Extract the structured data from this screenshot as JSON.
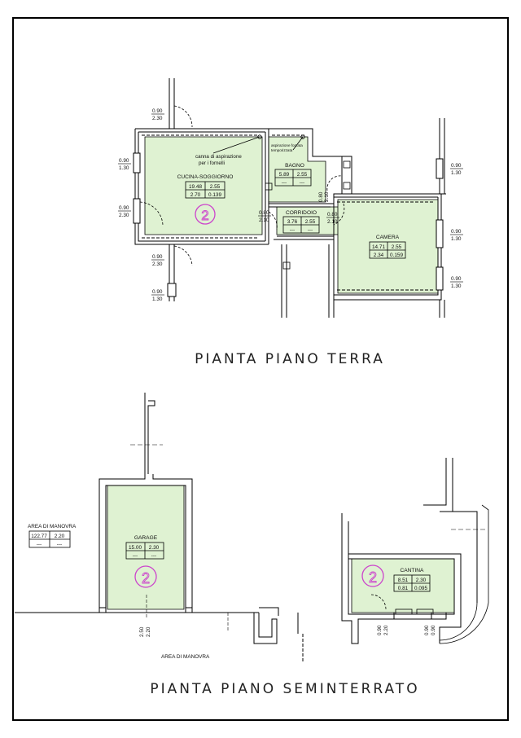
{
  "colors": {
    "room_fill": "#dff2d2",
    "wall": "#111111",
    "circle": "#cc44cc",
    "frame": "#000000"
  },
  "titles": {
    "ground": "PIANTA  PIANO  TERRA",
    "basement": "PIANTA  PIANO  SEMINTERRATO"
  },
  "unit_number": "2",
  "rooms": {
    "cucina": {
      "name": "CUCINA-SOGGIORNO",
      "v1": "19.48",
      "v2": "2.55",
      "v3": "2.70",
      "v4": "0.139"
    },
    "bagno": {
      "name": "BAGNO",
      "v1": "5.89",
      "v2": "2.55",
      "v3": "---",
      "v4": "---"
    },
    "corridoio": {
      "name": "CORRIDOIO",
      "v1": "3.76",
      "v2": "2.55",
      "v3": "---",
      "v4": "---"
    },
    "camera": {
      "name": "CAMERA",
      "v1": "14.71",
      "v2": "2.55",
      "v3": "2.34",
      "v4": "0.159"
    },
    "garage": {
      "name": "GARAGE",
      "v1": "15.00",
      "v2": "2.30",
      "v3": "---",
      "v4": "---"
    },
    "cantina": {
      "name": "CANTINA",
      "v1": "8.51",
      "v2": "2.30",
      "v3": "0.81",
      "v4": "0.095"
    },
    "manovra": {
      "name": "AREA DI MANOVRA",
      "v1": "122.77",
      "v2": "2.20",
      "v3": "---",
      "v4": "---"
    }
  },
  "notes": {
    "canna_1": "canna di aspirazione",
    "canna_2": "per i fornelli",
    "asp_1": "aspirazione forzata",
    "asp_2": "temporizzata",
    "area_manovra_bottom": "AREA DI MANOVRA"
  },
  "openings": {
    "w_top_left": {
      "a": "0.90",
      "b": "2.30"
    },
    "w_left_1": {
      "a": "0.90",
      "b": "1.30"
    },
    "w_left_2": {
      "a": "0.90",
      "b": "2.30"
    },
    "w_left_3": {
      "a": "0.90",
      "b": "2.30"
    },
    "w_left_4": {
      "a": "0.90",
      "b": "1.30"
    },
    "d_corr_left": {
      "a": "0.80",
      "b": "2.10"
    },
    "d_bagno": {
      "a": "0.80",
      "b": "2.10"
    },
    "d_corr_right": {
      "a": "0.80",
      "b": "2.10"
    },
    "w_right_1": {
      "a": "0.90",
      "b": "1.30"
    },
    "w_right_2": {
      "a": "0.90",
      "b": "1.30"
    },
    "w_right_3": {
      "a": "0.90",
      "b": "1.30"
    },
    "garage_door": {
      "a": "2.50",
      "b": "2.20"
    },
    "cantina_1": {
      "a": "0.90",
      "b": "2.20"
    },
    "cantina_2": {
      "a": "0.90",
      "b": "0.90"
    }
  }
}
